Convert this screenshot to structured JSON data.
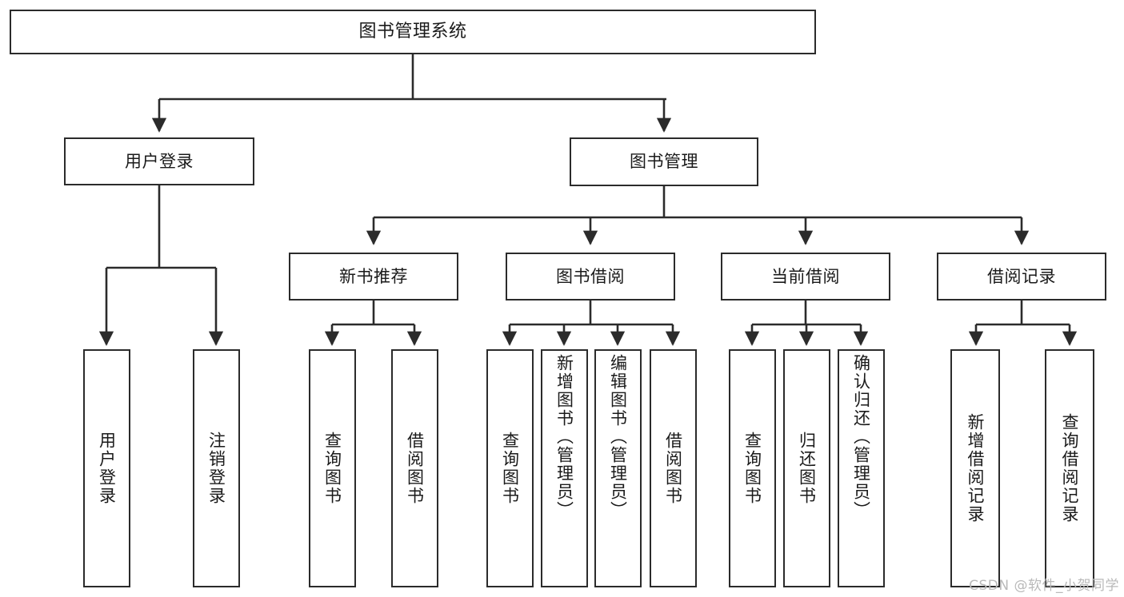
{
  "diagram": {
    "title": "图书管理系统",
    "type": "hierarchy-tree",
    "watermark": "CSDN @软件_小贺同学",
    "colors": {
      "stroke": "#2b2b2b",
      "background": "#ffffff",
      "text": "#1a1a1a",
      "watermark": "#b9b9b9"
    },
    "levels": {
      "root": {
        "label": "图书管理系统"
      },
      "level2": [
        {
          "id": "user-login",
          "label": "用户登录"
        },
        {
          "id": "book-manage",
          "label": "图书管理"
        }
      ],
      "level3": [
        {
          "id": "new-book-rec",
          "label": "新书推荐"
        },
        {
          "id": "book-borrow",
          "label": "图书借阅"
        },
        {
          "id": "current-borrow",
          "label": "当前借阅"
        },
        {
          "id": "borrow-record",
          "label": "借阅记录"
        }
      ],
      "leaves": {
        "user-login": [
          {
            "id": "leaf-user-login",
            "label": "用户登录"
          },
          {
            "id": "leaf-user-logout",
            "label": "注销登录"
          }
        ],
        "new-book-rec": [
          {
            "id": "leaf-query-book-1",
            "label": "查询图书"
          },
          {
            "id": "leaf-borrow-book-1",
            "label": "借阅图书"
          }
        ],
        "book-borrow": [
          {
            "id": "leaf-query-book-2",
            "label": "查询图书"
          },
          {
            "id": "leaf-add-book",
            "label": "新增图书（管理员）"
          },
          {
            "id": "leaf-edit-book",
            "label": "编辑图书（管理员）"
          },
          {
            "id": "leaf-borrow-book-2",
            "label": "借阅图书"
          }
        ],
        "current-borrow": [
          {
            "id": "leaf-query-book-3",
            "label": "查询图书"
          },
          {
            "id": "leaf-return-book",
            "label": "归还图书"
          },
          {
            "id": "leaf-confirm-return",
            "label": "确认归还（管理员）"
          }
        ],
        "borrow-record": [
          {
            "id": "leaf-add-record",
            "label": "新增借阅记录"
          },
          {
            "id": "leaf-query-record",
            "label": "查询借阅记录"
          }
        ]
      }
    }
  }
}
